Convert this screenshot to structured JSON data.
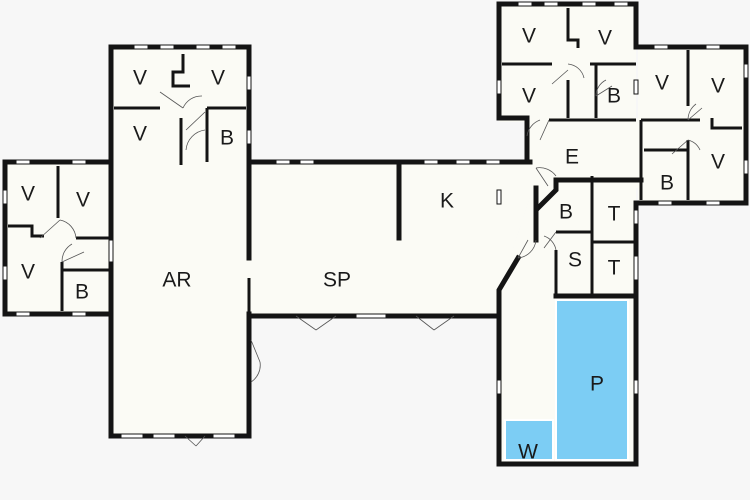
{
  "plan": {
    "colors": {
      "wall": "#141414",
      "floor": "#fbfbf5",
      "background": "#f7f7f7",
      "pool": "#7ccdf4"
    },
    "rooms": {
      "v1": "V",
      "v2": "V",
      "v3": "V",
      "b1": "B",
      "v4": "V",
      "v5": "V",
      "v6": "V",
      "b2": "B",
      "ar": "AR",
      "sp": "SP",
      "k": "K",
      "e": "E",
      "v7": "V",
      "v8": "V",
      "v9": "V",
      "b3": "B",
      "v10": "V",
      "v11": "V",
      "v12": "V",
      "b4": "B",
      "b5": "B",
      "t1": "T",
      "s": "S",
      "t2": "T",
      "p": "P",
      "w": "W"
    }
  }
}
